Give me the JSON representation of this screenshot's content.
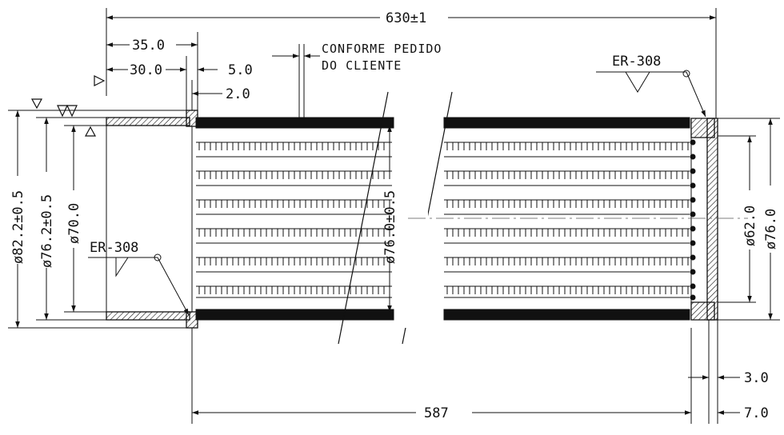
{
  "drawing": {
    "dimensions": {
      "overall_length": "630±1",
      "length_35": "35.0",
      "length_30": "30.0",
      "length_5": "5.0",
      "length_2": "2.0",
      "length_587": "587",
      "length_3": "3.0",
      "length_7": "7.0",
      "dia_82": "ø82.2±0.5",
      "dia_76_2": "ø76.2±0.5",
      "dia_70": "ø70.0",
      "dia_76_center": "ø76.0±0.5",
      "dia_62": "ø62.0",
      "dia_76_right": "ø76.0"
    },
    "notes": {
      "client_note_line1": "CONFORME PEDIDO",
      "client_note_line2": "DO CLIENTE",
      "weld_left": "ER-308",
      "weld_right": "ER-308"
    }
  }
}
